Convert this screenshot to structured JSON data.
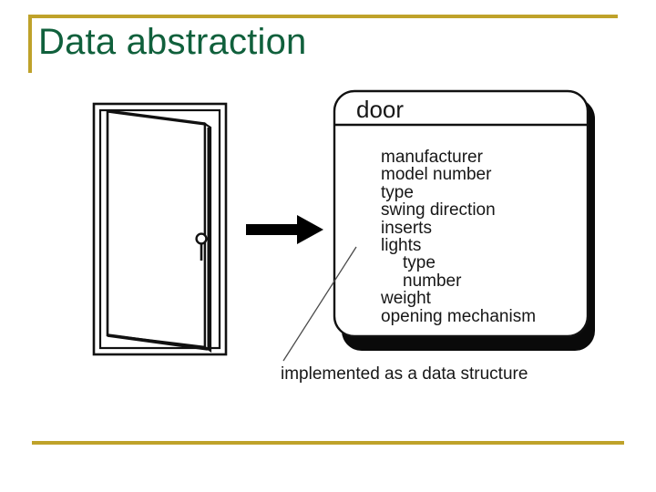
{
  "slide": {
    "title": "Data abstraction",
    "accent_color": "#bfa22a",
    "title_color": "#10603c",
    "ink_color": "#171717",
    "background_color": "#ffffff"
  },
  "figure": {
    "door_illustration": {
      "name": "open-door-drawing",
      "parts": [
        "door-frame",
        "door-panel",
        "keyhole"
      ]
    },
    "arrow": {
      "name": "right-arrow",
      "direction": "right"
    },
    "class_box": {
      "title": "door",
      "attributes": [
        {
          "label": "manufacturer",
          "indent": 0
        },
        {
          "label": "model number",
          "indent": 0
        },
        {
          "label": "type",
          "indent": 0
        },
        {
          "label": "swing direction",
          "indent": 0
        },
        {
          "label": "inserts",
          "indent": 0
        },
        {
          "label": "lights",
          "indent": 0
        },
        {
          "label": "type",
          "indent": 1
        },
        {
          "label": "number",
          "indent": 1
        },
        {
          "label": "weight",
          "indent": 0
        },
        {
          "label": "opening mechanism",
          "indent": 0
        }
      ]
    },
    "caption": "implemented as a data structure",
    "leader_line": {
      "name": "caption-leader-line"
    }
  }
}
